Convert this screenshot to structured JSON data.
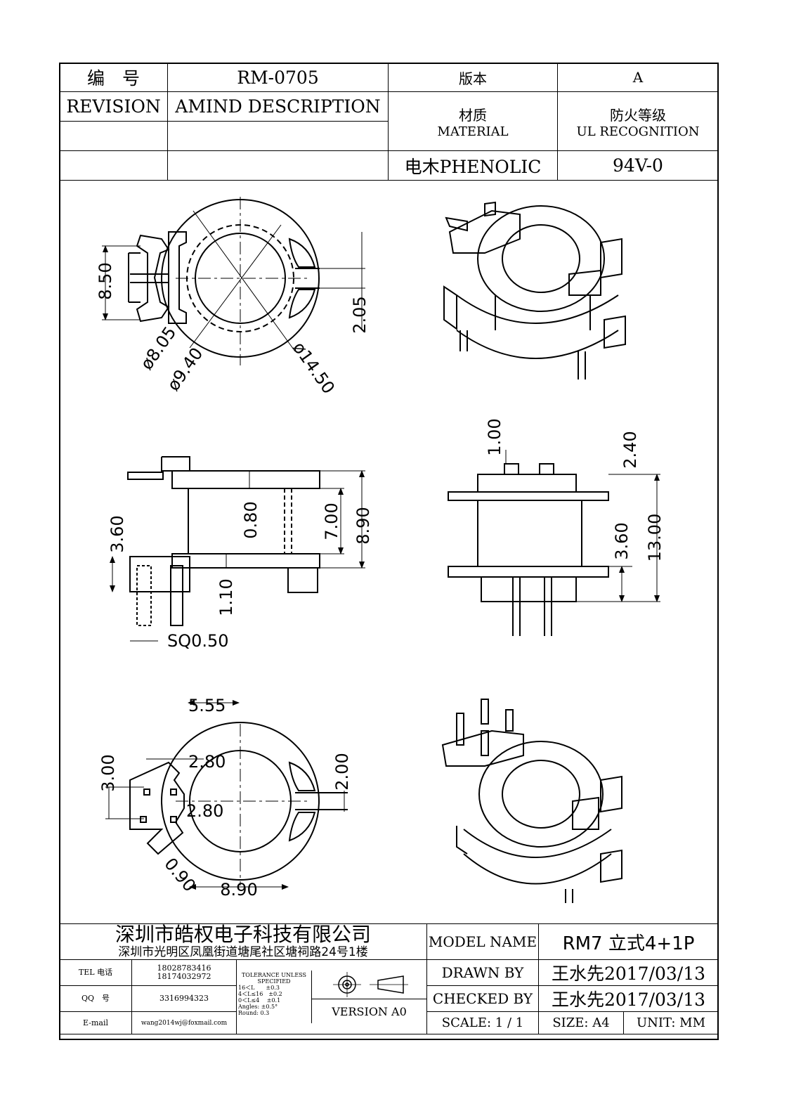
{
  "header": {
    "number_label": "编　号",
    "number_value": "RM-0705",
    "version_label": "版本",
    "version_value": "A",
    "revision_label": "REVISION",
    "amend_label": "AMIND DESCRIPTION",
    "material_cn": "材质",
    "material_en": "MATERIAL",
    "ul_cn": "防火等级",
    "ul_en": "UL RECOGNITION",
    "material_value": "电木PHENOLIC",
    "ul_value": "94V-0"
  },
  "dimensions": {
    "top_h": "8.50",
    "top_slot": "2.05",
    "d1": "ø8.05",
    "d2": "ø9.40",
    "d3": "ø14.50",
    "side_pin_h": "3.60",
    "side_wall": "0.80",
    "side_inner": "7.00",
    "side_total": "8.90",
    "side_base": "1.10",
    "side_sq": "SQ0.50",
    "front_pin": "1.00",
    "front_top": "2.40",
    "front_pin_h": "3.60",
    "front_total": "13.00",
    "bot_w": "5.55",
    "bot_left": "3.00",
    "bot_a": "2.80",
    "bot_b": "2.80",
    "bot_slot": "2.00",
    "bot_pin": "0.90",
    "bot_width": "8.90"
  },
  "title_block": {
    "company": "深圳市皓权电子科技有限公司",
    "address": "深圳市光明区凤凰街道塘尾社区塘祠路24号1楼",
    "tel_label": "TEL 电话",
    "tel_1": "18028783416",
    "tel_2": "18174032972",
    "qq_label": "QQ　号",
    "qq_value": "3316994323",
    "email_label": "E-mail",
    "email_value": "wang2014wj@foxmail.com",
    "tol_title": "TOLERANCE UNLESS SPECIFIED",
    "tol_1": "16＜L　　±0.3",
    "tol_2": "4＜L≤16　±0.2",
    "tol_3": "0＜L≤4　 ±0.1",
    "tol_4": "Angles: ±0.5°",
    "tol_5": "Round: 0.3",
    "version": "VERSION A0",
    "model_label": "MODEL NAME",
    "model_value": "RM7 立式4+1P",
    "drawn_label": "DRAWN BY",
    "drawn_value": "王水先2017/03/13",
    "checked_label": "CHECKED BY",
    "checked_value": "王水先2017/03/13",
    "scale": "SCALE: 1 / 1",
    "size": "SIZE: A4",
    "unit": "UNIT: MM"
  }
}
